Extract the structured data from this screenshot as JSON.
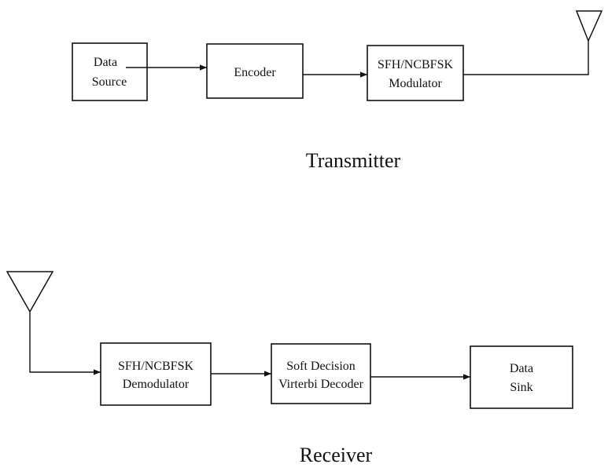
{
  "transmitter": {
    "caption": "Transmitter",
    "blocks": {
      "data_source": {
        "line1": "Data",
        "line2": "Source"
      },
      "encoder": {
        "line1": "Encoder"
      },
      "modulator": {
        "line1": "SFH/NCBFSK",
        "line2": "Modulator"
      }
    }
  },
  "receiver": {
    "caption": "Receiver",
    "blocks": {
      "demodulator": {
        "line1": "SFH/NCBFSK",
        "line2": "Demodulator"
      },
      "decoder": {
        "line1": "Soft Decision",
        "line2": "Virterbi Decoder"
      },
      "data_sink": {
        "line1": "Data",
        "line2": "Sink"
      }
    }
  }
}
